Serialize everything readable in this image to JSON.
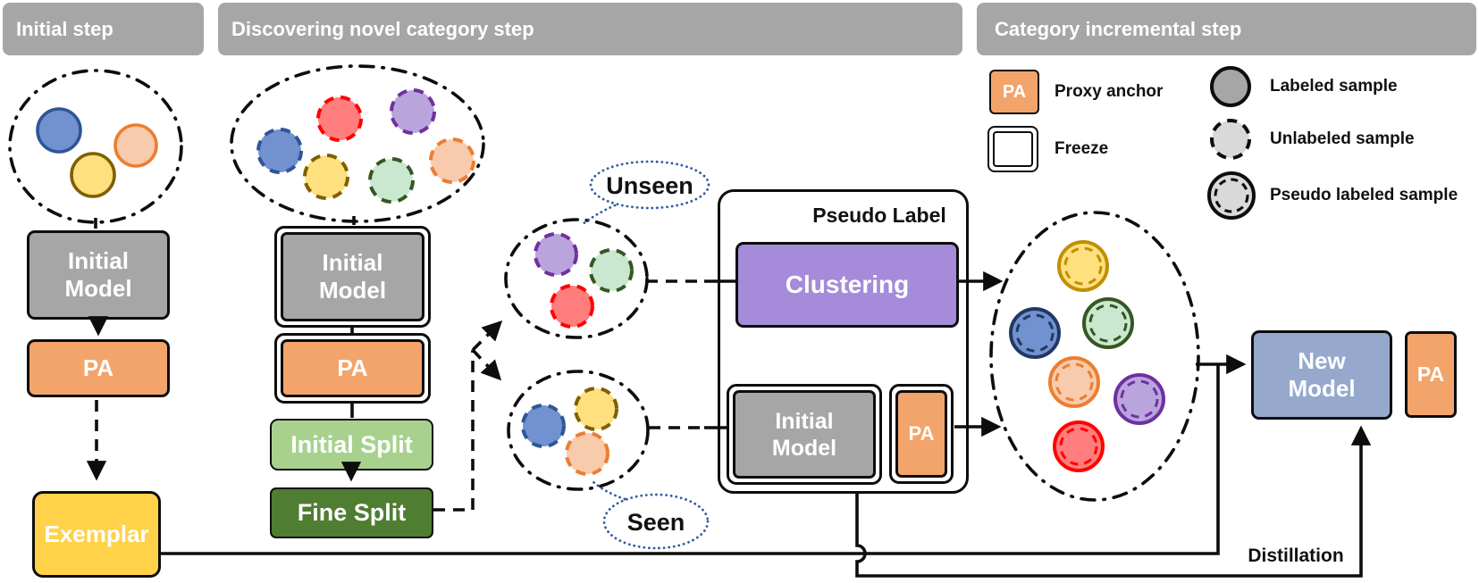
{
  "headers": {
    "initial": "Initial step",
    "discovering": "Discovering novel category step",
    "incremental": "Category incremental step"
  },
  "initial_step": {
    "initial_model_line1": "Initial",
    "initial_model_line2": "Model",
    "pa": "PA",
    "exemplar": "Exemplar"
  },
  "discovering_step": {
    "initial_model_line1": "Initial",
    "initial_model_line2": "Model",
    "pa": "PA",
    "initial_split": "Initial Split",
    "fine_split": "Fine Split",
    "unseen": "Unseen",
    "seen": "Seen"
  },
  "pseudo_label_module": {
    "title": "Pseudo Label",
    "clustering": "Clustering",
    "initial_model_line1": "Initial",
    "initial_model_line2": "Model",
    "pa": "PA"
  },
  "incremental_step": {
    "new_model_line1": "New",
    "new_model_line2": "Model",
    "pa": "PA",
    "distillation": "Distillation"
  },
  "legend": {
    "pa_symbol": "PA",
    "proxy_anchor": "Proxy anchor",
    "freeze": "Freeze",
    "labeled": "Labeled sample",
    "unlabeled": "Unlabeled sample",
    "pseudo_labeled": "Pseudo labeled sample"
  },
  "colors": {
    "header_gray": "#A6A6A6",
    "model_gray": "#A6A6A6",
    "proxy_orange": "#F2A46B",
    "exemplar_yellow": "#FFD24A",
    "initial_split_green": "#A9D18E",
    "fine_split_green": "#4F7D31",
    "clustering_purple": "#A58BD9",
    "new_model_blue": "#96A8CC",
    "line_black": "#0d0d0d",
    "bubble_outline_blue": "#2E5D9E",
    "samples": {
      "blue": {
        "fill": "#7292CF",
        "stroke": "#2F5597",
        "pseudo_stroke": "#203864"
      },
      "orange": {
        "fill": "#F8CBAD",
        "stroke": "#ED7D31",
        "pseudo_stroke": "#ED7D31"
      },
      "yellow": {
        "fill": "#FFE07E",
        "stroke": "#7F6000",
        "pseudo_stroke": "#BF9000"
      },
      "red": {
        "fill": "#FF7D7D",
        "stroke": "#FF0000",
        "pseudo_stroke": "#FF0000"
      },
      "purple": {
        "fill": "#B9A5DC",
        "stroke": "#7030A0",
        "pseudo_stroke": "#7030A0"
      },
      "green": {
        "fill": "#C9E8CF",
        "stroke": "#375623",
        "pseudo_stroke": "#375623"
      },
      "legend_labeled_fill": "#A6A6A6",
      "legend_unlabeled_fill": "#D9D9D9"
    }
  }
}
